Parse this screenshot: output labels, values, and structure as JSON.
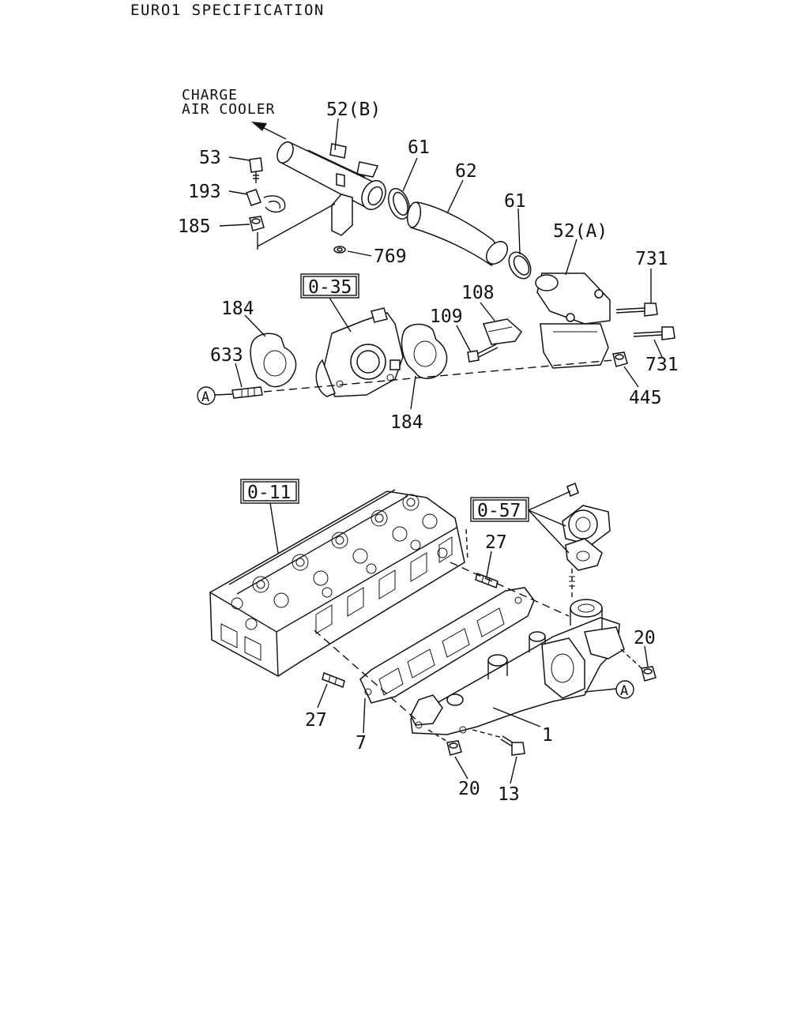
{
  "title": "EURO1 SPECIFICATION",
  "note": {
    "line1": "CHARGE",
    "line2": "AIR COOLER"
  },
  "refs": {
    "r0_35": "0-35",
    "r0_11": "0-11",
    "r0_57": "0-57"
  },
  "marker": "A",
  "labels": {
    "p52b": "52(B)",
    "p53": "53",
    "p193": "193",
    "p185": "185",
    "p61a": "61",
    "p62": "62",
    "p61b": "61",
    "p52a": "52(A)",
    "p769": "769",
    "p731a": "731",
    "p731b": "731",
    "p108": "108",
    "p109": "109",
    "p184a": "184",
    "p633": "633",
    "p184b": "184",
    "p445": "445",
    "p27a": "27",
    "p27b": "27",
    "p7": "7",
    "p20a": "20",
    "p20b": "20",
    "p13": "13",
    "p1": "1"
  }
}
